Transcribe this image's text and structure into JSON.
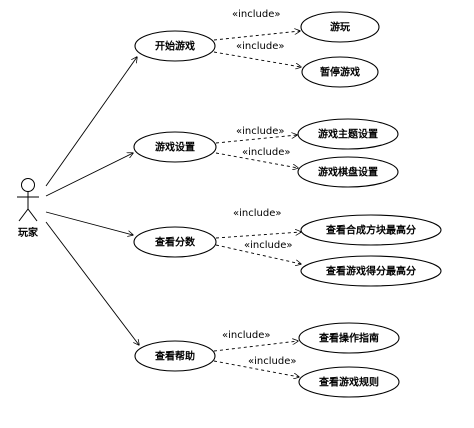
{
  "actor": {
    "name": "玩家"
  },
  "stereotype": "«include»",
  "use_cases": {
    "start_game": "开始游戏",
    "play": "游玩",
    "pause_game": "暂停游戏",
    "game_settings": "游戏设置",
    "theme_settings": "游戏主题设置",
    "board_settings": "游戏棋盘设置",
    "view_score": "查看分数",
    "view_merge_high": "查看合成方块最高分",
    "view_game_high": "查看游戏得分最高分",
    "view_help": "查看帮助",
    "view_guide": "查看操作指南",
    "view_rules": "查看游戏规则"
  }
}
